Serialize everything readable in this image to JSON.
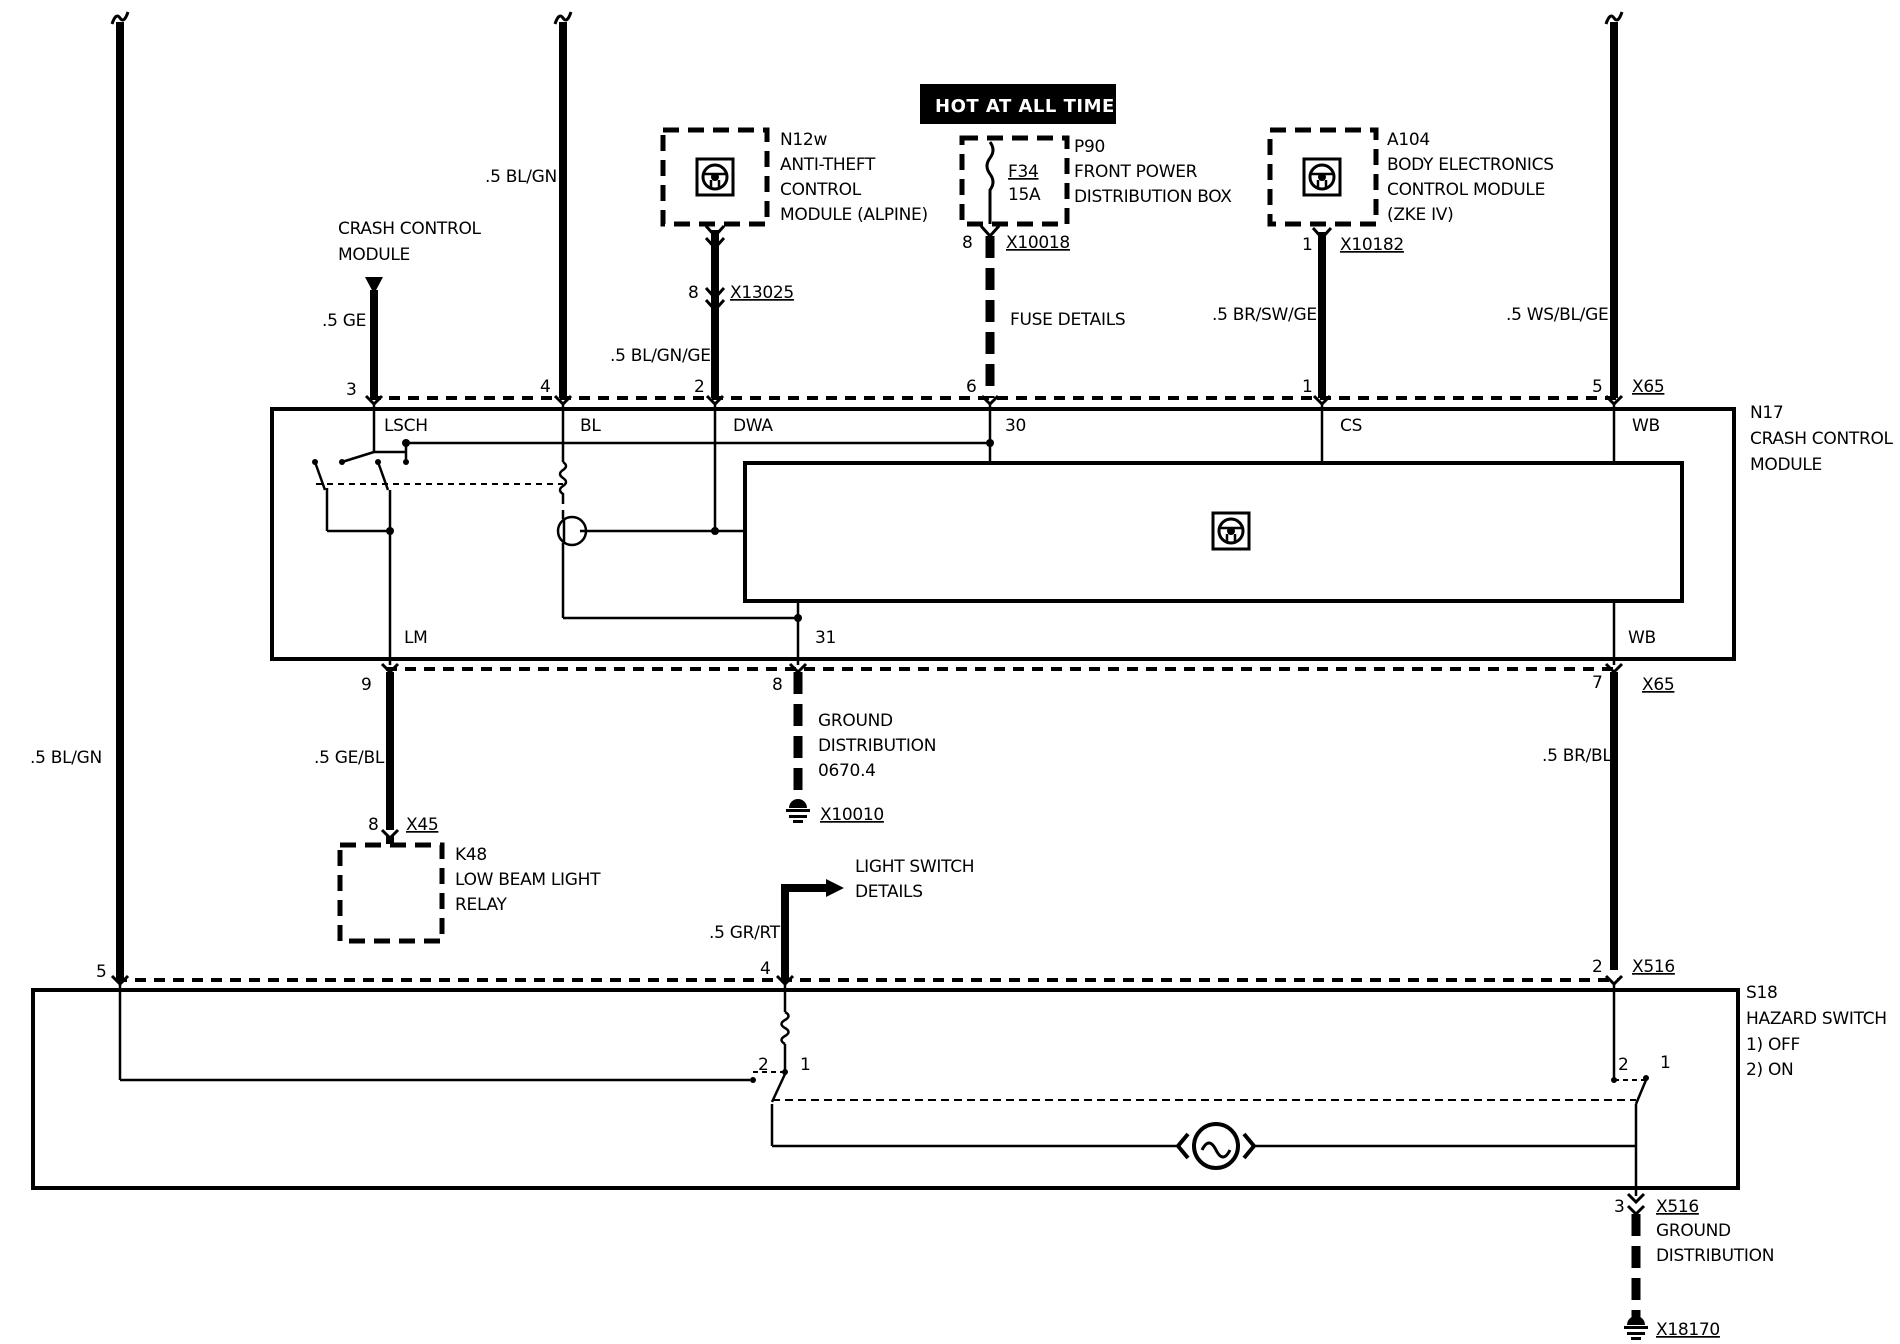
{
  "banner": {
    "hot": "HOT AT ALL TIMES"
  },
  "top_wires": {
    "left_color": ".5 BL/GN",
    "mid_color": ".5 BL/GN",
    "bottom_left_color": ".5 BL/GN"
  },
  "crash_input": {
    "name_line1": "CRASH CONTROL",
    "name_line2": "MODULE",
    "color": ".5 GE"
  },
  "n12w": {
    "id": "N12w",
    "line1": "ANTI-THEFT",
    "line2": "CONTROL",
    "line3": "MODULE (ALPINE)",
    "pin": "8",
    "connector": "X13025",
    "wire_color": ".5 BL/GN/GE"
  },
  "p90": {
    "id": "P90",
    "line1": "FRONT POWER",
    "line2": "DISTRIBUTION BOX",
    "fuse": "F34",
    "amps": "15A",
    "pin": "8",
    "connector": "X10018",
    "fuse_details": "FUSE DETAILS"
  },
  "a104": {
    "id": "A104",
    "line1": "BODY ELECTRONICS",
    "line2": "CONTROL MODULE",
    "line3": "(ZKE IV)",
    "pin": "1",
    "connector": "X10182",
    "wire_color": ".5 BR/SW/GE"
  },
  "right_wire": {
    "color": ".5 WS/BL/GE"
  },
  "n17": {
    "id": "N17",
    "line1": "CRASH CONTROL",
    "line2": "MODULE",
    "connector_top": "X65",
    "connector_bottom": "X65",
    "top_pins": [
      "3",
      "4",
      "2",
      "6",
      "1",
      "5"
    ],
    "top_terms": [
      "LSCH",
      "BL",
      "DWA",
      "30",
      "CS",
      "WB"
    ],
    "bottom_pins": [
      "9",
      "8",
      "7"
    ],
    "bottom_terms": [
      "LM",
      "31",
      "WB"
    ]
  },
  "k48": {
    "id": "K48",
    "line1": "LOW BEAM LIGHT",
    "line2": "RELAY",
    "pin": "8",
    "connector": "X45",
    "wire_color": ".5 GE/BL"
  },
  "ground1": {
    "line1": "GROUND",
    "line2": "DISTRIBUTION",
    "line3": "0670.4",
    "point": "X10010"
  },
  "right_mid_wire": {
    "color": ".5 BR/BL"
  },
  "light_switch": {
    "line1": "LIGHT SWITCH",
    "line2": "DETAILS",
    "color": ".5 GR/RT"
  },
  "s18": {
    "id": "S18",
    "line1": "HAZARD SWITCH",
    "state1": "1)   OFF",
    "state2": "2)   ON",
    "connector": "X516",
    "pins": [
      "5",
      "4",
      "2"
    ],
    "sw_left_pos": [
      "2",
      "1"
    ],
    "sw_right_pos": [
      "2",
      "1"
    ],
    "ground_pin": "3",
    "ground_connector": "X516"
  },
  "ground2": {
    "line1": "GROUND",
    "line2": "DISTRIBUTION",
    "point": "X18170"
  }
}
